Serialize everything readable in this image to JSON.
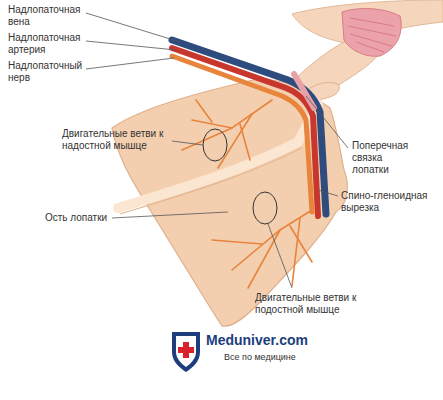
{
  "diagram": {
    "labels": [
      "Надлопаточная вена",
      "Надлопаточная артерия",
      "Надлопаточный нерв",
      "Двигательные ветви к надостной мышце",
      "Ость лопатки",
      "Поперечная связка лопатки",
      "Спино-гленоидная вырезка",
      "Двигательные ветви к подостной мышце",
      "Meduniver.com",
      "Все по медицине"
    ]
  }
}
